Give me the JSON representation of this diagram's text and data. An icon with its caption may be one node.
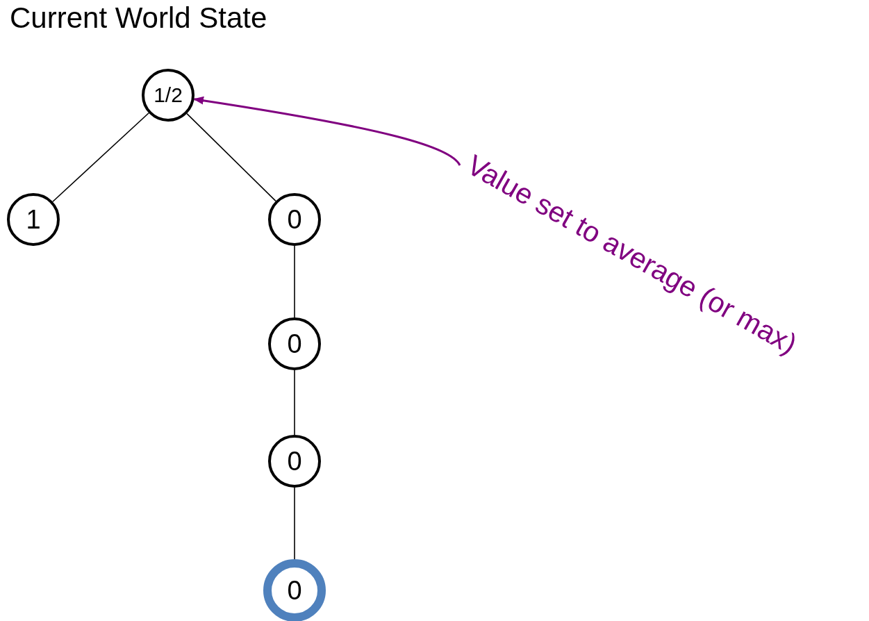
{
  "diagram": {
    "title": "Current World State",
    "nodes": [
      {
        "text": [
          "1/2"
        ]
      },
      {
        "text": [
          "1"
        ]
      },
      {
        "text": [
          "0"
        ]
      },
      {
        "text": [
          "0"
        ]
      },
      {
        "text": [
          "0"
        ]
      },
      {
        "text": [
          "0"
        ]
      },
      {
        "text": [
          "Value set to average (or max)"
        ]
      }
    ],
    "edges": [
      {
        "from": 0,
        "to": 1,
        "arrow": "none"
      },
      {
        "from": 0,
        "to": 2,
        "arrow": "none"
      },
      {
        "from": 2,
        "to": 3,
        "arrow": "none"
      },
      {
        "from": 3,
        "to": 4,
        "arrow": "none"
      },
      {
        "from": 4,
        "to": 5,
        "arrow": "none"
      },
      {
        "from": 6,
        "to": 0,
        "arrow": "to",
        "color": "#800080"
      }
    ]
  }
}
